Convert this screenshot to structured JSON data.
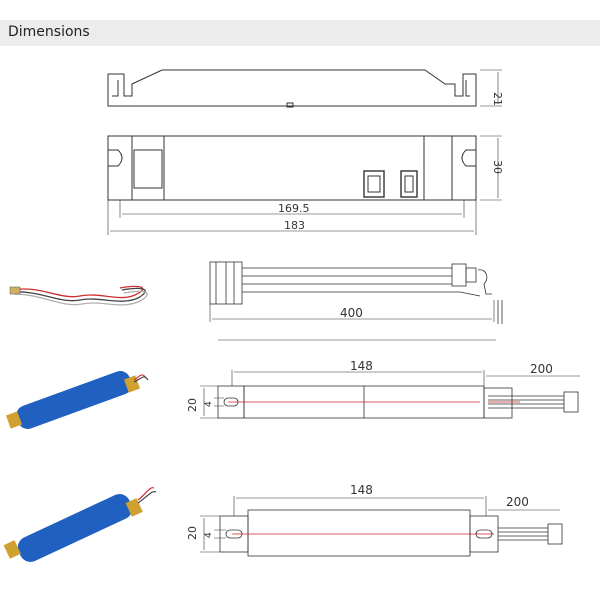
{
  "header": {
    "title": "Dimensions"
  },
  "driver": {
    "height_label": "21",
    "width_label": "30",
    "inner_length_label": "169.5",
    "outer_length_label": "183"
  },
  "cable": {
    "length_label": "400"
  },
  "battery_a": {
    "length_label": "148",
    "lead_label": "200",
    "diameter_label": "20",
    "slot_label": "4"
  },
  "battery_b": {
    "length_label": "148",
    "lead_label": "200",
    "diameter_label": "20",
    "slot_label": "4"
  }
}
